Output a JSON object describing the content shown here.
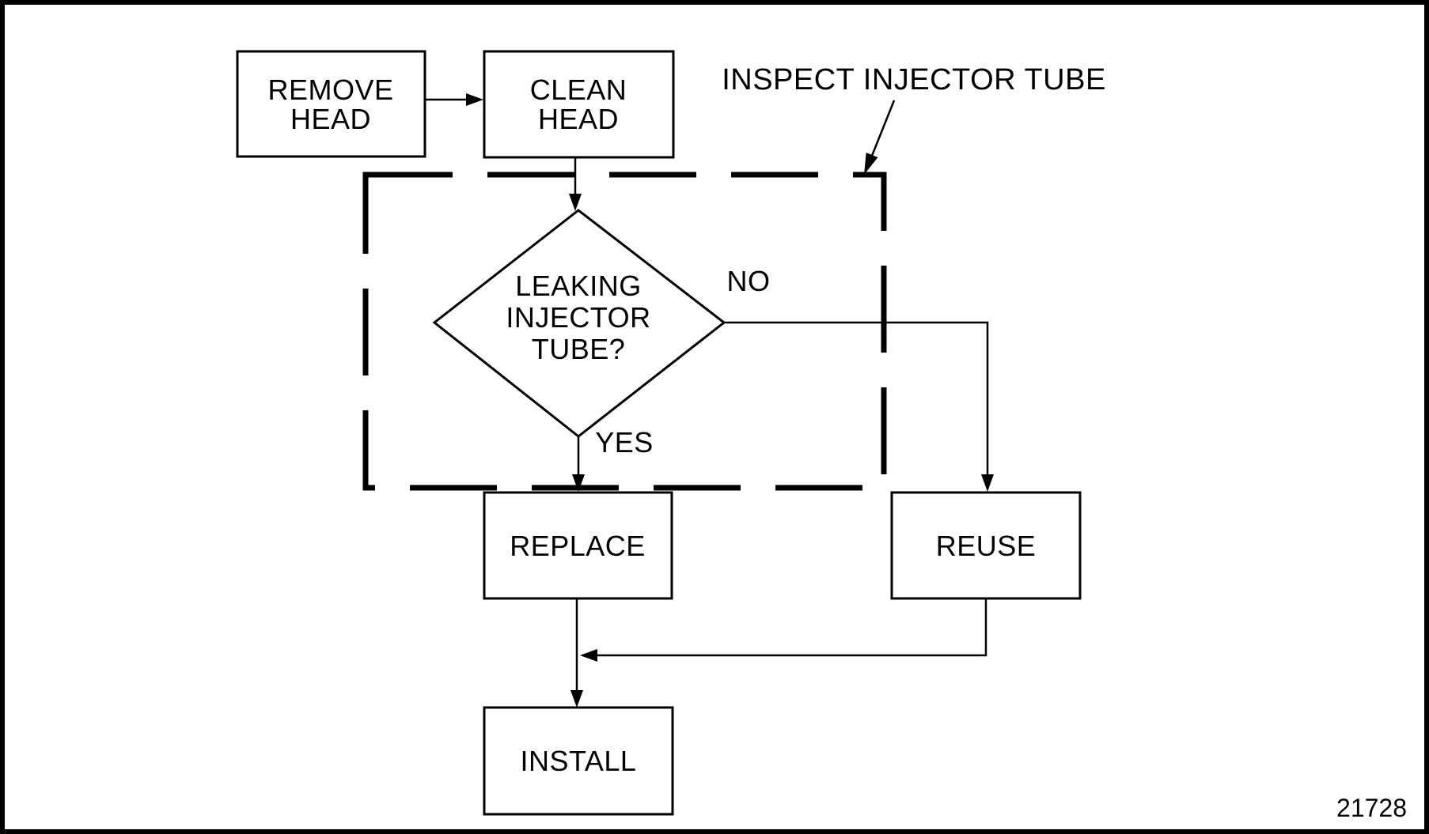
{
  "figure": {
    "number": "21728"
  },
  "colors": {
    "ink": "#000000",
    "paper": "#ffffff"
  },
  "nodes": {
    "remove_head": {
      "line1": "REMOVE",
      "line2": "HEAD"
    },
    "clean_head": {
      "line1": "CLEAN",
      "line2": "HEAD"
    },
    "decision": {
      "line1": "LEAKING",
      "line2": "INJECTOR",
      "line3": "TUBE?"
    },
    "replace": {
      "label": "REPLACE"
    },
    "reuse": {
      "label": "REUSE"
    },
    "install": {
      "label": "INSTALL"
    }
  },
  "labels": {
    "group_caption": "INSPECT INJECTOR TUBE",
    "no": "NO",
    "yes": "YES"
  },
  "edges": [
    {
      "from": "remove_head",
      "to": "clean_head",
      "label": ""
    },
    {
      "from": "clean_head",
      "to": "decision",
      "label": ""
    },
    {
      "from": "decision",
      "to": "replace",
      "label": "YES"
    },
    {
      "from": "decision",
      "to": "reuse",
      "label": "NO"
    },
    {
      "from": "replace",
      "to": "install",
      "label": ""
    },
    {
      "from": "reuse",
      "to": "install",
      "label": ""
    }
  ]
}
